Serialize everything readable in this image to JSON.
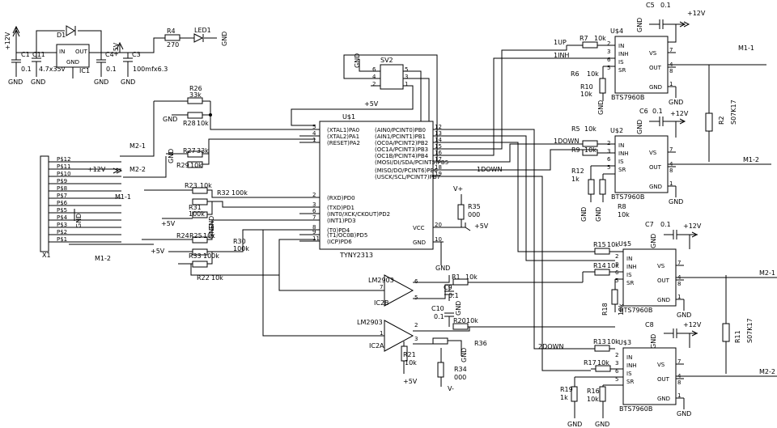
{
  "mcu": {
    "ref": "U$1",
    "part": "TYNY2313",
    "left_pins": [
      {
        "num": "5",
        "name": "(XTAL1)PA0"
      },
      {
        "num": "4",
        "name": "(XTAL2)PA1"
      },
      {
        "num": "1",
        "name": "(RESET)PA2"
      },
      {
        "num": "2",
        "name": "(RXD)PD0"
      },
      {
        "num": "3",
        "name": "(TXD)PD1"
      },
      {
        "num": "6",
        "name": "(INT0/XCK/CKOUT)PD2"
      },
      {
        "num": "7",
        "name": "(INT1)PD3"
      },
      {
        "num": "8",
        "name": "(T0)PD4"
      },
      {
        "num": "9",
        "name": "(T1/OC0B)PD5"
      },
      {
        "num": "11",
        "name": "(ICP)PD6"
      }
    ],
    "right_pins": [
      {
        "num": "12",
        "name": "(AIN0/PCINT0)PB0"
      },
      {
        "num": "13",
        "name": "(AIN1/PCINT1)PB1"
      },
      {
        "num": "14",
        "name": "(OC0A/PCINT2)PB2"
      },
      {
        "num": "15",
        "name": "(OC1A/PCINT3)PB3"
      },
      {
        "num": "16",
        "name": "(OC1B/PCINT4)PB4"
      },
      {
        "num": "17",
        "name": "(MOSI/DI/SDA/PCINT5)PB5"
      },
      {
        "num": "18",
        "name": "(MISO/DO/PCINT6)PB6"
      },
      {
        "num": "19",
        "name": "(USCK/SCL/PCINT7)PB7"
      },
      {
        "num": "20",
        "name": "VCC"
      },
      {
        "num": "10",
        "name": "GND"
      }
    ]
  },
  "drivers": [
    {
      "ref": "U$4",
      "part": "BTS7960B",
      "pins_left": [
        "IN",
        "INH",
        "IS",
        "SR"
      ],
      "nums_left": [
        "2",
        "3",
        "6",
        "5"
      ],
      "pins_right": [
        "VS",
        "OUT",
        "GND"
      ],
      "nums_right": [
        "7",
        "4",
        "1"
      ],
      "extra_num": "8",
      "output": "M1-1"
    },
    {
      "ref": "U$2",
      "part": "BTS7960B",
      "pins_left": [
        "IN",
        "INH",
        "IS",
        "SR"
      ],
      "nums_left": [
        "2",
        "3",
        "6",
        "5"
      ],
      "pins_right": [
        "VS",
        "OUT",
        "GND"
      ],
      "nums_right": [
        "7",
        "4",
        "1"
      ],
      "extra_num": "8",
      "output": "M1-2"
    },
    {
      "ref": "U$5",
      "part": "BTS7960B",
      "pins_left": [
        "IN",
        "INH",
        "IS",
        "SR"
      ],
      "nums_left": [
        "2",
        "3",
        "6",
        "5"
      ],
      "pins_right": [
        "VS",
        "OUT",
        "GND"
      ],
      "nums_right": [
        "7",
        "4",
        "1"
      ],
      "extra_num": "8",
      "output": "M2-1"
    },
    {
      "ref": "U$3",
      "part": "BTS7960B",
      "pins_left": [
        "IN",
        "INH",
        "IS",
        "SR"
      ],
      "nums_left": [
        "2",
        "3",
        "6",
        "5"
      ],
      "pins_right": [
        "VS",
        "OUT",
        "GND"
      ],
      "nums_right": [
        "7",
        "4",
        "1"
      ],
      "extra_num": "8",
      "output": "M2-2"
    }
  ],
  "connector": {
    "ref": "X1",
    "pins": [
      "P$12",
      "P$11",
      "P$10",
      "P$9",
      "P$8",
      "P$7",
      "P$6",
      "P$5",
      "P$4",
      "P$3",
      "P$2",
      "P$1"
    ],
    "labels": {
      "m2_1": "M2-1",
      "m2_2": "M2-2",
      "m1_1": "M1-1",
      "m1_2": "M1-2",
      "v12": "+12V",
      "gnd": "GND"
    }
  },
  "isp": {
    "ref": "SV2",
    "pins_left": [
      "6",
      "4",
      "2"
    ],
    "pins_right": [
      "5",
      "3",
      "1"
    ],
    "supply": "+5V"
  },
  "power": {
    "reg": {
      "ref": "IC1",
      "in": "IN",
      "out": "OUT",
      "gnd": "GND"
    },
    "diode": "D1",
    "c1": {
      "ref": "C1",
      "value": "0.1"
    },
    "c11": {
      "ref": "C11",
      "value": "4.7x35v"
    },
    "c4": {
      "ref": "C4",
      "value": "0.1"
    },
    "c3": {
      "ref": "C3",
      "value": "100mfx6.3"
    },
    "v12": "+12V",
    "v5": "+5V",
    "r4": {
      "ref": "R4",
      "value": "270"
    },
    "led": "LED1",
    "gnd": "GND"
  },
  "resistors": {
    "r26": {
      "ref": "R26",
      "value": "33k"
    },
    "r28": {
      "ref": "R28",
      "value": "10k"
    },
    "r27": {
      "ref": "R27",
      "value": "33k"
    },
    "r29": {
      "ref": "R29",
      "value": "10k"
    },
    "r23": {
      "ref": "R23",
      "value": "10k"
    },
    "r32": {
      "ref": "R32",
      "value": "100k"
    },
    "r31": {
      "ref": "R31",
      "value": "100k"
    },
    "r24": {
      "ref": "R24",
      "value": ""
    },
    "r25": {
      "ref": "R25",
      "value": "10k"
    },
    "r33": {
      "ref": "R33",
      "value": "100k"
    },
    "r30": {
      "ref": "R30",
      "value": "100k"
    },
    "r22": {
      "ref": "R22",
      "value": "10k"
    },
    "r35": {
      "ref": "R35",
      "value": "000"
    },
    "r1": {
      "ref": "R1",
      "value": "10k"
    },
    "r20": {
      "ref": "R20",
      "value": "10k"
    },
    "r21": {
      "ref": "R21",
      "value": "10k"
    },
    "r34": {
      "ref": "R34",
      "value": "000"
    },
    "r36": {
      "ref": "R36",
      "value": ""
    },
    "r7": {
      "ref": "R7",
      "value": "10k"
    },
    "r6": {
      "ref": "R6",
      "value": "10k"
    },
    "r10": {
      "ref": "R10",
      "value": "10k"
    },
    "r5": {
      "ref": "R5",
      "value": "10k"
    },
    "r9": {
      "ref": "R9",
      "value": "10k"
    },
    "r12": {
      "ref": "R12",
      "value": "1k"
    },
    "r8": {
      "ref": "R8",
      "value": "10k"
    },
    "r15": {
      "ref": "R15",
      "value": "10k"
    },
    "r14": {
      "ref": "R14",
      "value": "10k"
    },
    "r18": {
      "ref": "R18",
      "value": "10k"
    },
    "r13": {
      "ref": "R13",
      "value": "10k"
    },
    "r17": {
      "ref": "R17",
      "value": "10k"
    },
    "r19": {
      "ref": "R19",
      "value": "1k"
    },
    "r16": {
      "ref": "R16",
      "value": "10k"
    },
    "r2": {
      "ref": "R2",
      "value": "S07K17"
    },
    "r11": {
      "ref": "R11",
      "value": "S07K17"
    }
  },
  "caps": {
    "c5": {
      "ref": "C5",
      "value": "0.1"
    },
    "c6": {
      "ref": "C6",
      "value": "0.1"
    },
    "c7": {
      "ref": "C7",
      "value": "0.1"
    },
    "c8": {
      "ref": "C8",
      "value": ""
    },
    "c9": {
      "ref": "C9",
      "value": "0.1"
    },
    "c10": {
      "ref": "C10",
      "value": "0.1"
    }
  },
  "opamps": {
    "ic2b": {
      "ref": "IC2B",
      "part": "LM2903",
      "pins": [
        "6",
        "5",
        "7"
      ]
    },
    "ic2a": {
      "ref": "IC2A",
      "part": "LM2903",
      "pins": [
        "2",
        "3",
        "1"
      ]
    }
  },
  "nets": {
    "gnd": "GND",
    "v5": "+5V",
    "v12": "+12V",
    "vplus": "V+",
    "vminus": "V-",
    "up1": "1UP",
    "inh1": "1INH",
    "down1": "1DOWN",
    "down1b": "1DOWN",
    "down2": "2DOWN"
  }
}
